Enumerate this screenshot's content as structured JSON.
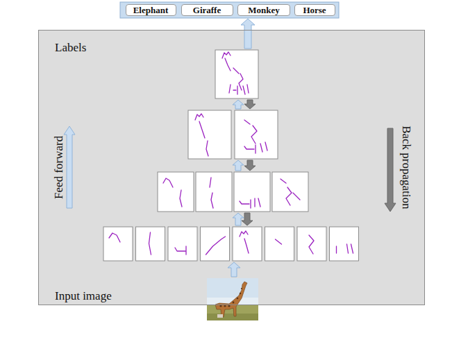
{
  "diagram": {
    "nodes": [
      {
        "text": [
          "Elephant"
        ]
      },
      {
        "text": [
          "Giraffe"
        ]
      },
      {
        "text": [
          "Monkey"
        ]
      },
      {
        "text": [
          "Horse"
        ]
      },
      {
        "text": [
          "Labels",
          "Feed forward",
          "Back propagation",
          "Input image"
        ]
      }
    ]
  }
}
